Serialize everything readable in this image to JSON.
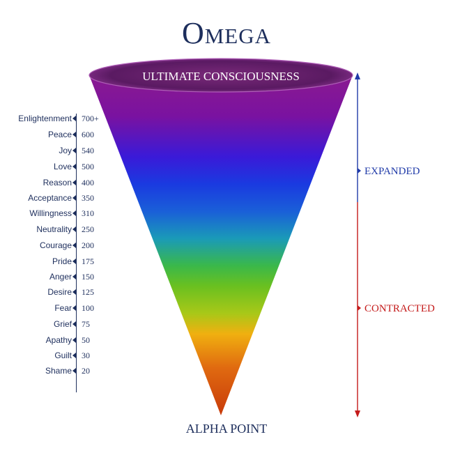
{
  "title": "Omega",
  "top_label": "ULTIMATE CONSCIOUSNESS",
  "bottom_label": "ALPHA POINT",
  "levels": [
    {
      "name": "Enlightenment",
      "value": "700+"
    },
    {
      "name": "Peace",
      "value": "600"
    },
    {
      "name": "Joy",
      "value": "540"
    },
    {
      "name": "Love",
      "value": "500"
    },
    {
      "name": "Reason",
      "value": "400"
    },
    {
      "name": "Acceptance",
      "value": "350"
    },
    {
      "name": "Willingness",
      "value": "310"
    },
    {
      "name": "Neutrality",
      "value": "250"
    },
    {
      "name": "Courage",
      "value": "200"
    },
    {
      "name": "Pride",
      "value": "175"
    },
    {
      "name": "Anger",
      "value": "150"
    },
    {
      "name": "Desire",
      "value": "125"
    },
    {
      "name": "Fear",
      "value": "100"
    },
    {
      "name": "Grief",
      "value": "75"
    },
    {
      "name": "Apathy",
      "value": "50"
    },
    {
      "name": "Guilt",
      "value": "30"
    },
    {
      "name": "Shame",
      "value": "20"
    }
  ],
  "expanded": {
    "label": "EXPANDED",
    "color": "#1f3aa8"
  },
  "contracted": {
    "label": "CONTRACTED",
    "color": "#c41b1b"
  },
  "colors": {
    "text": "#1d2e5c",
    "cone_stops": [
      "#8a1a90",
      "#7a12a0",
      "#3a1ad8",
      "#1a3ae0",
      "#1a5fd8",
      "#1a9ab8",
      "#3ab84a",
      "#6ac020",
      "#a8c818",
      "#f0b010",
      "#e06a10",
      "#c83a0a"
    ]
  }
}
